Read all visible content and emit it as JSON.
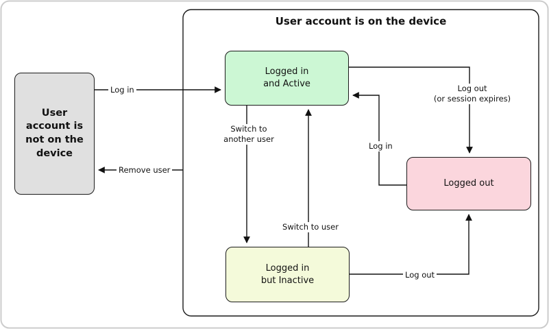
{
  "diagram": {
    "type": "state-diagram",
    "title": "User account is on the device",
    "outer_border_color": "#cccccc",
    "group": {
      "label": "User account is on the device",
      "name": "device-group"
    },
    "nodes": [
      {
        "id": "not-on-device",
        "label": "User\naccount is\nnot on the\ndevice",
        "color": "#e0e0e0"
      },
      {
        "id": "logged-in-active",
        "label": "Logged in\nand Active",
        "color": "#ccf7d4"
      },
      {
        "id": "logged-out",
        "label": "Logged out",
        "color": "#fbd6dd"
      },
      {
        "id": "logged-in-inactive",
        "label": "Logged in\nbut Inactive",
        "color": "#f4fada"
      }
    ],
    "edges": [
      {
        "id": "log-in-1",
        "label": "Log in",
        "from": "not-on-device",
        "to": "logged-in-active"
      },
      {
        "id": "remove-user",
        "label": "Remove user",
        "from": "device-group",
        "to": "not-on-device"
      },
      {
        "id": "switch-another-user",
        "label": "Switch to\nanother user",
        "from": "logged-in-active",
        "to": "logged-in-inactive"
      },
      {
        "id": "switch-to-user",
        "label": "Switch to user",
        "from": "logged-in-inactive",
        "to": "logged-in-active"
      },
      {
        "id": "log-out-session",
        "label": "Log out\n(or session expires)",
        "from": "logged-in-active",
        "to": "logged-out"
      },
      {
        "id": "log-in-2",
        "label": "Log in",
        "from": "logged-out",
        "to": "logged-in-active"
      },
      {
        "id": "log-out-2",
        "label": "Log out",
        "from": "logged-in-inactive",
        "to": "logged-out"
      }
    ]
  }
}
